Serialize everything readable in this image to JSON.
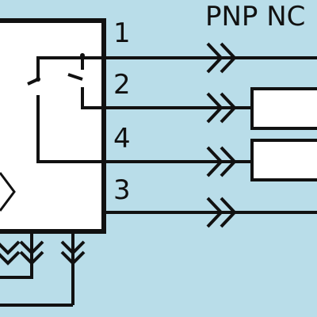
{
  "diagram": {
    "title": "PNP NC",
    "pins": {
      "pin1": "1",
      "pin2": "2",
      "pin4": "4",
      "pin3": "3"
    },
    "colors": {
      "background": "#b9dde9",
      "stroke": "#111111",
      "box_fill": "#ffffff"
    }
  }
}
